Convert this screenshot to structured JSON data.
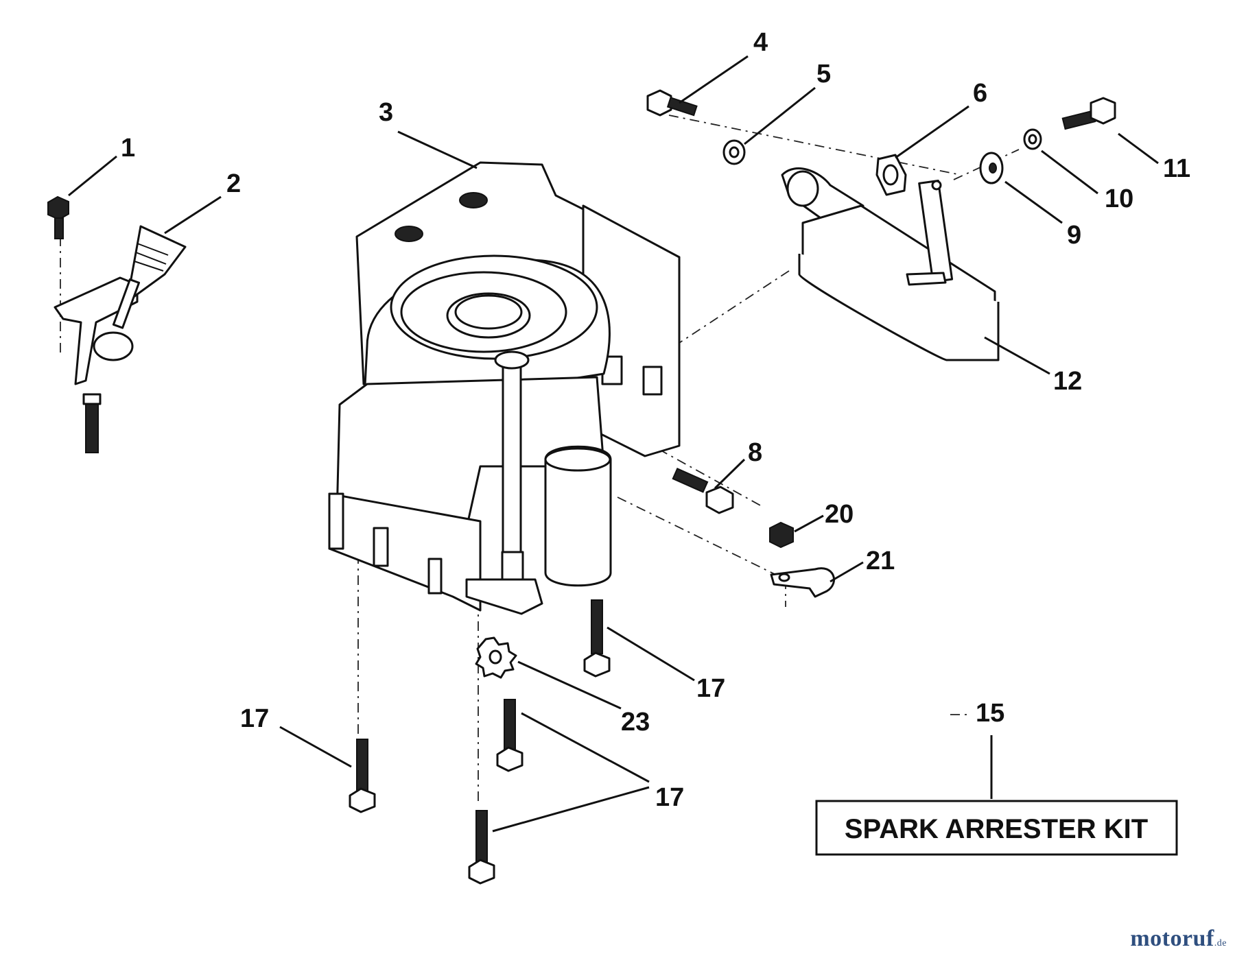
{
  "callouts": {
    "c1": "1",
    "c2": "2",
    "c3": "3",
    "c4": "4",
    "c5": "5",
    "c6": "6",
    "c8": "8",
    "c9": "9",
    "c10": "10",
    "c11": "11",
    "c12": "12",
    "c15": "15",
    "c17a": "17",
    "c17b": "17",
    "c17c": "17",
    "c20": "20",
    "c21": "21",
    "c23": "23"
  },
  "kit_label": "SPARK ARRESTER KIT",
  "watermark": {
    "brand": "motoruf",
    "tld": ".de"
  },
  "colors": {
    "line": "#111111",
    "watermark": "#2f4f7f",
    "watermark_accent": "#d2762b"
  }
}
